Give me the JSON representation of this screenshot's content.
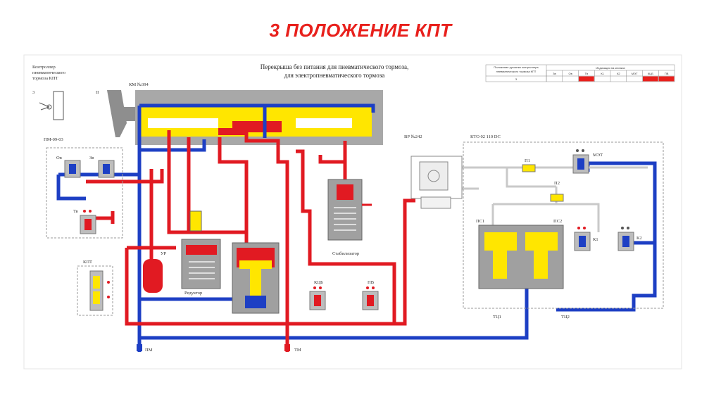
{
  "slide": {
    "title": "3 ПОЛОЖЕНИЕ КПТ"
  },
  "diagram": {
    "heading_line1": "Перекрыша без питания для пневматического тормоза,",
    "heading_line2": "для электропневматического тормоза",
    "labels": {
      "controller_l1": "Контроллер",
      "controller_l2": "пневматического",
      "controller_l3": "тормоза КПТ",
      "pos_3": "3",
      "pos_2": "II",
      "km": "КМ №394",
      "pm09": "ПМ-09-03",
      "ov": "Ов",
      "zv": "Зв",
      "tv": "Тв",
      "kpt": "КПТ",
      "ur": "УР",
      "reduktor": "Редуктор",
      "stabilizator": "Стабилизатор",
      "ktsb": "КЦБ",
      "pv": "ПВ",
      "vr": "ВР №242",
      "kto": "КТО 02 110 DC",
      "p1": "П1",
      "p2": "П2",
      "met": "МЭТ",
      "ps1": "ПС1",
      "ps2": "ПС2",
      "k1": "К1",
      "k2": "К2",
      "tts1": "ТЦ1",
      "tts2": "ТЦ2",
      "pm": "ПМ",
      "tm": "ТМ"
    },
    "legend_table": {
      "row_header_l1": "Положение рукоятки контроллера",
      "row_header_l2": "пневматического тормоза КПТ",
      "group_header": "Индикация на кнопках",
      "columns": [
        "Зв",
        "Ов",
        "Тв",
        "К1",
        "К2",
        "МЭТ",
        "КЦБ",
        "ПВ"
      ],
      "row_value": "3",
      "active_color": "#e8201c",
      "active_columns": [
        "Тв",
        "КЦБ",
        "ПВ"
      ]
    },
    "colors": {
      "pressure_line": "#e11a22",
      "supply_line": "#1d3fc4",
      "valve_body": "#ffe600",
      "housing": "#9a9a9a"
    }
  }
}
